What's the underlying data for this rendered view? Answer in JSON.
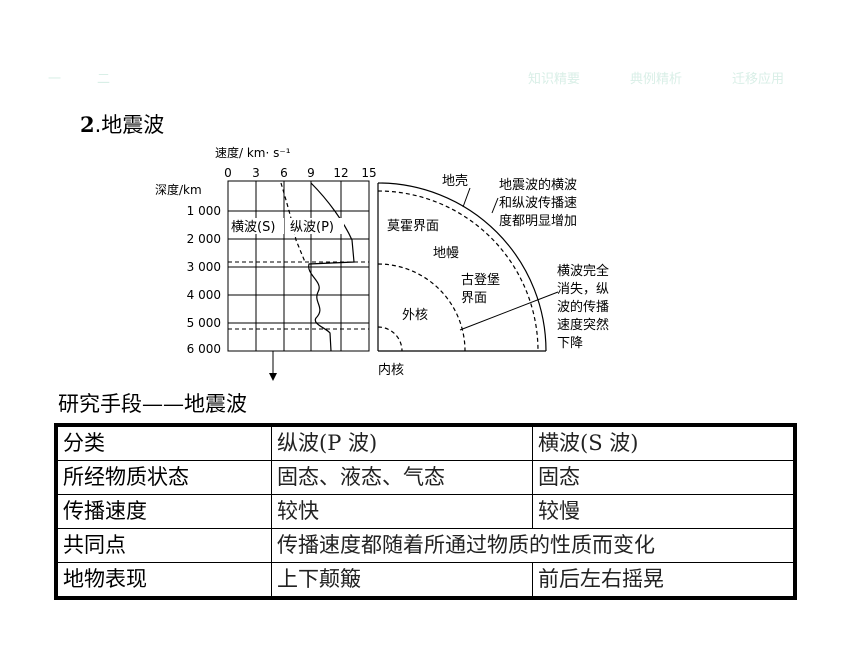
{
  "nav": {
    "left": [
      "一",
      "二"
    ],
    "right": [
      "知识精要",
      "典例精析",
      "迁移应用"
    ]
  },
  "section": {
    "number": "2",
    "title": ".地震波"
  },
  "diagram": {
    "speed_axis_label": "速度/ km· s⁻¹",
    "speed_ticks": [
      "0",
      "3",
      "6",
      "9",
      "12",
      "15"
    ],
    "depth_axis_label": "深度/km",
    "depth_ticks": [
      "1 000",
      "2 000",
      "3 000",
      "4 000",
      "5 000",
      "6 000"
    ],
    "s_wave_label": "横波(S)",
    "p_wave_label": "纵波(P)",
    "crust_label": "地壳",
    "moho_label": "莫霍界面",
    "mantle_label": "地幔",
    "gutenberg_label_line1": "古登堡",
    "gutenberg_label_line2": "界面",
    "outer_core_label": "外核",
    "inner_core_label": "内核",
    "moho_note": [
      "地震波的横波",
      "和纵波传播速",
      "度都明显增加"
    ],
    "gutenberg_note": [
      "横波完全",
      "消失，纵",
      "波的传播",
      "速度突然",
      "下降"
    ]
  },
  "research_method": "研究手段——地震波",
  "table": {
    "rows": [
      [
        "分类",
        "纵波(P 波)",
        "横波(S 波)"
      ],
      [
        "所经物质状态",
        "固态、液态、气态",
        "固态"
      ],
      [
        "传播速度",
        "较快",
        "较慢"
      ],
      [
        "共同点",
        "传播速度都随着所通过物质的性质而变化"
      ],
      [
        "地物表现",
        "上下颠簸",
        "前后左右摇晃"
      ]
    ]
  }
}
